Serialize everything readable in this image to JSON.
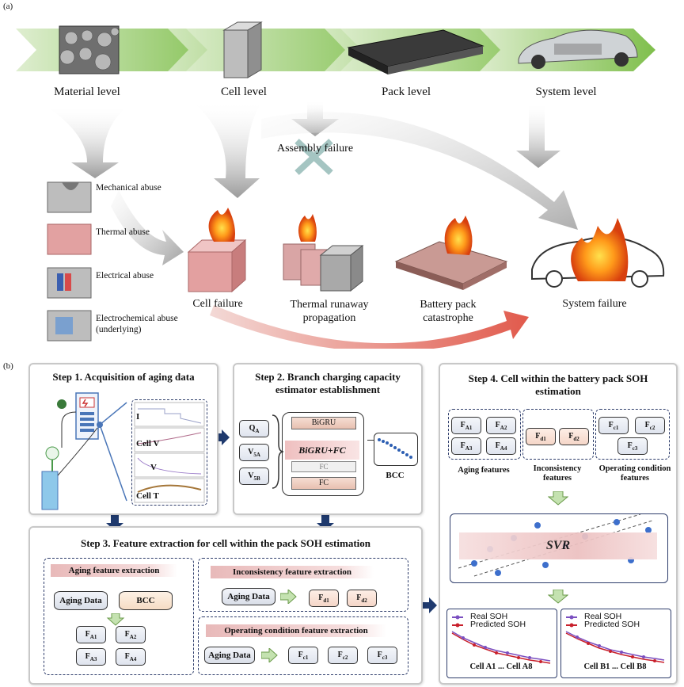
{
  "panel_a": {
    "tag": "(a)",
    "levels": [
      "Material level",
      "Cell level",
      "Pack level",
      "System level"
    ],
    "assembly_failure": "Assembly failure",
    "abuses": [
      "Mechanical abuse",
      "Thermal abuse",
      "Electrical abuse",
      "Electrochemical abuse (underlying)"
    ],
    "outcomes": [
      "Cell failure",
      "Thermal runaway propagation",
      "Battery pack catastrophe",
      "System failure"
    ]
  },
  "panel_b": {
    "tag": "(b)",
    "step1": {
      "title": "Step 1. Acquisition of aging data",
      "plots": [
        "I",
        "Cell V",
        "V",
        "Cell T"
      ]
    },
    "step2": {
      "title": "Step 2. Branch charging capacity estimator establishment",
      "inputs": [
        "Q",
        "V",
        "V"
      ],
      "input_subs": [
        "A",
        "5A",
        "5B"
      ],
      "layers": [
        "BiGRU",
        "BiGRU+FC",
        "FC",
        "FC"
      ],
      "output": "BCC"
    },
    "step3": {
      "title": "Step 3. Feature extraction for cell within the pack SOH estimation",
      "aging": {
        "title": "Aging feature extraction",
        "sources": [
          "Aging Data",
          "BCC"
        ],
        "features": [
          "F",
          "F",
          "F",
          "F"
        ],
        "subs": [
          "A1",
          "A2",
          "A3",
          "A4"
        ]
      },
      "inconsistency": {
        "title": "Inconsistency feature extraction",
        "source": "Aging Data",
        "features": [
          "F",
          "F"
        ],
        "subs": [
          "d1",
          "d2"
        ]
      },
      "operating": {
        "title": "Operating condition feature extraction",
        "source": "Aging Data",
        "features": [
          "F",
          "F",
          "F"
        ],
        "subs": [
          "c1",
          "c2",
          "c3"
        ]
      }
    },
    "step4": {
      "title": "Step 4. Cell within the battery pack SOH estimation",
      "aging_features": {
        "label": "Aging features",
        "subs": [
          "A1",
          "A2",
          "A3",
          "A4"
        ]
      },
      "inconsistency_features": {
        "label": "Inconsistency features",
        "subs": [
          "d1",
          "d2"
        ]
      },
      "operating_features": {
        "label": "Operating condition features",
        "subs": [
          "c1",
          "c2",
          "c3"
        ]
      },
      "model": "SVR",
      "legend": [
        "Real SOH",
        "Predicted SOH"
      ],
      "result_labels": [
        "Cell A1 ... Cell A8",
        "Cell B1 ... Cell B8"
      ]
    }
  },
  "colors": {
    "arrow_green": "#8fc45a",
    "real_soh": "#7b4fc0",
    "predicted_soh": "#c8202c",
    "dark_arrow": "#1f3a6e",
    "svr_points": "#3d6fcc"
  }
}
